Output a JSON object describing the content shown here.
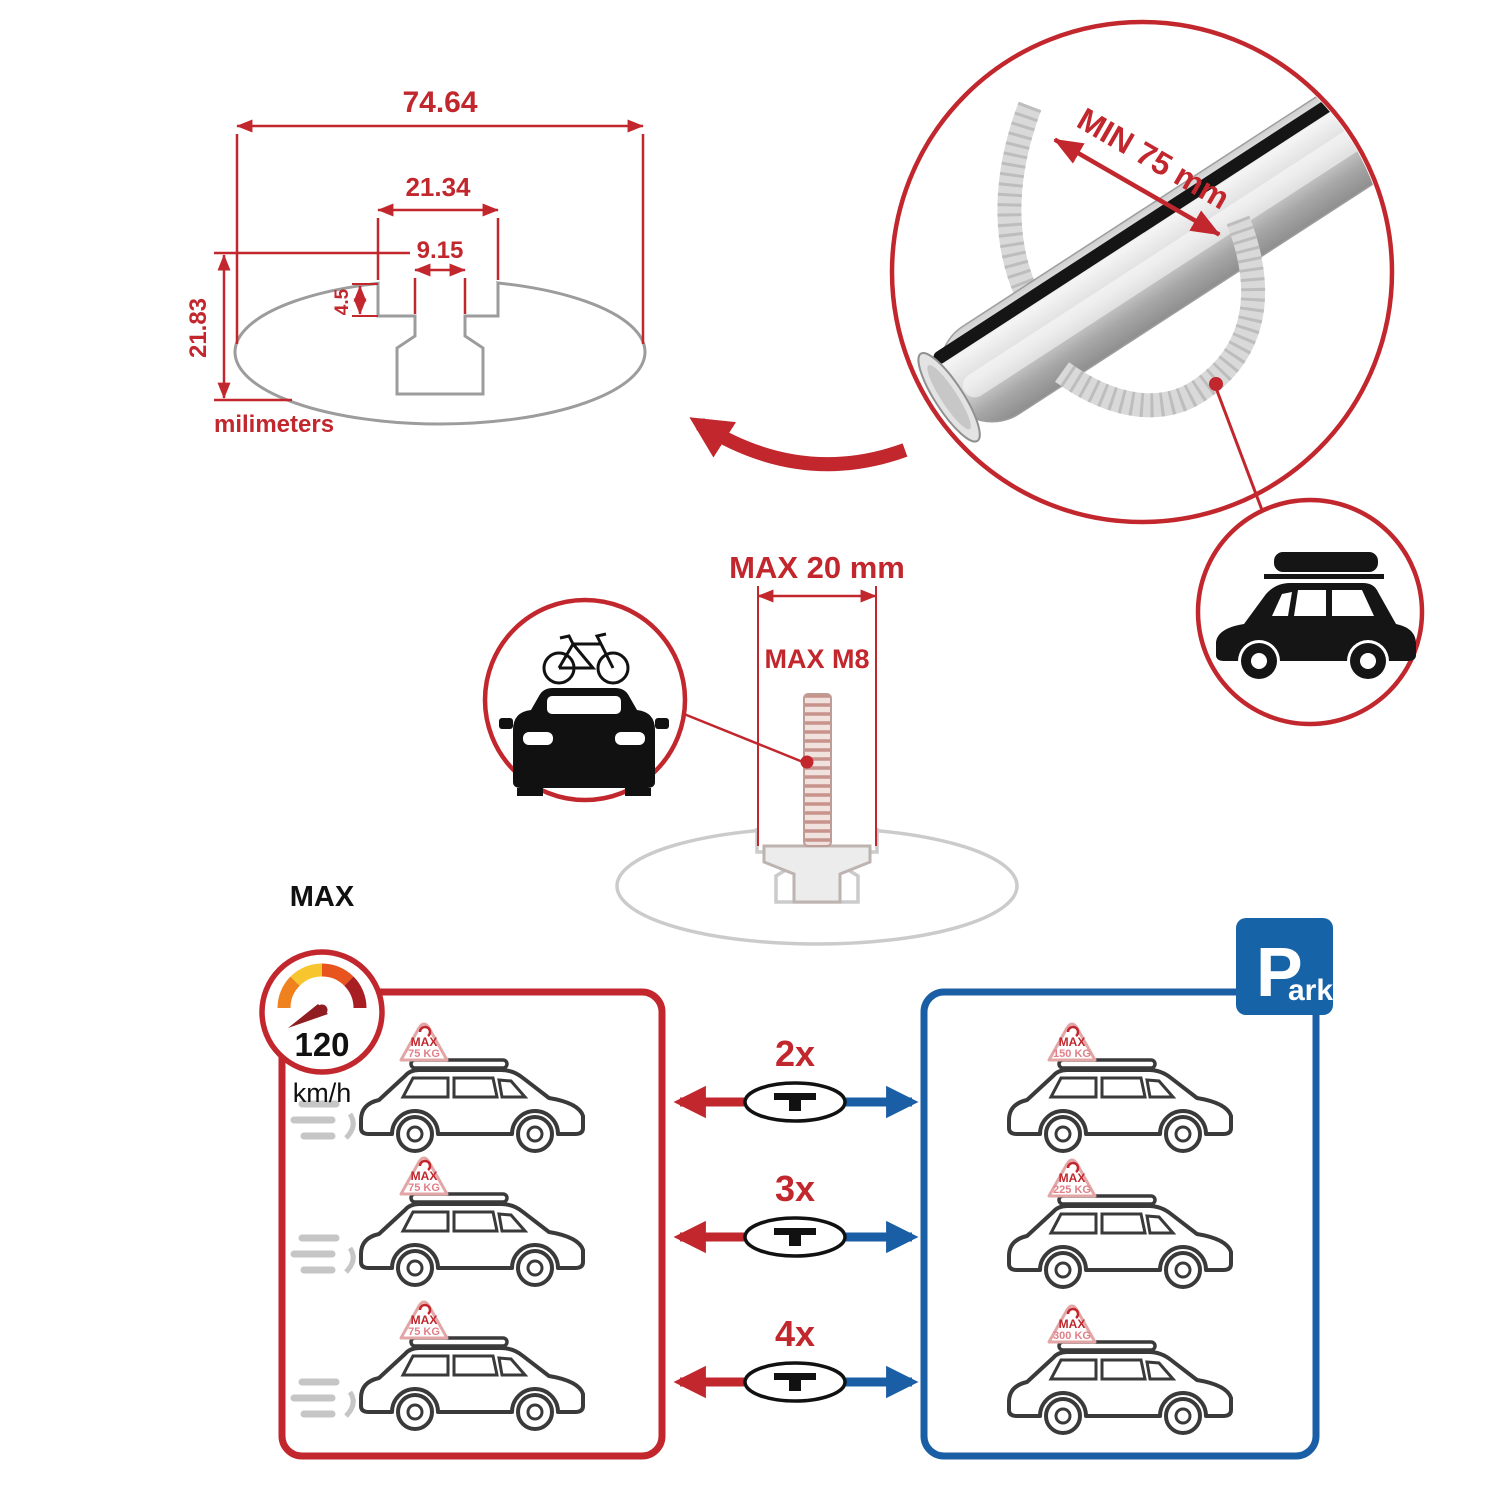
{
  "cross_section": {
    "width_outer": "74.64",
    "width_mid": "21.34",
    "width_inner": "9.15",
    "depth": "4.5",
    "height": "21.83",
    "units": "milimeters"
  },
  "bar": {
    "min_span": "MIN 75 mm"
  },
  "bolt": {
    "max_width": "MAX 20 mm",
    "max_thread": "MAX M8"
  },
  "speed_limit": {
    "label": "MAX",
    "value": "120",
    "unit": "km/h"
  },
  "park": {
    "letter": "P",
    "rest": "ark"
  },
  "driving_cars": [
    {
      "max": "MAX",
      "load": "75 KG"
    },
    {
      "max": "MAX",
      "load": "75 KG"
    },
    {
      "max": "MAX",
      "load": "75 KG"
    }
  ],
  "parked_cars": [
    {
      "max": "MAX",
      "load": "150 KG"
    },
    {
      "max": "MAX",
      "load": "225 KG"
    },
    {
      "max": "MAX",
      "load": "300 KG"
    }
  ],
  "bar_counts": [
    "2x",
    "3x",
    "4x"
  ],
  "colors": {
    "red": "#c1272d",
    "blue": "#1a5fa5"
  }
}
